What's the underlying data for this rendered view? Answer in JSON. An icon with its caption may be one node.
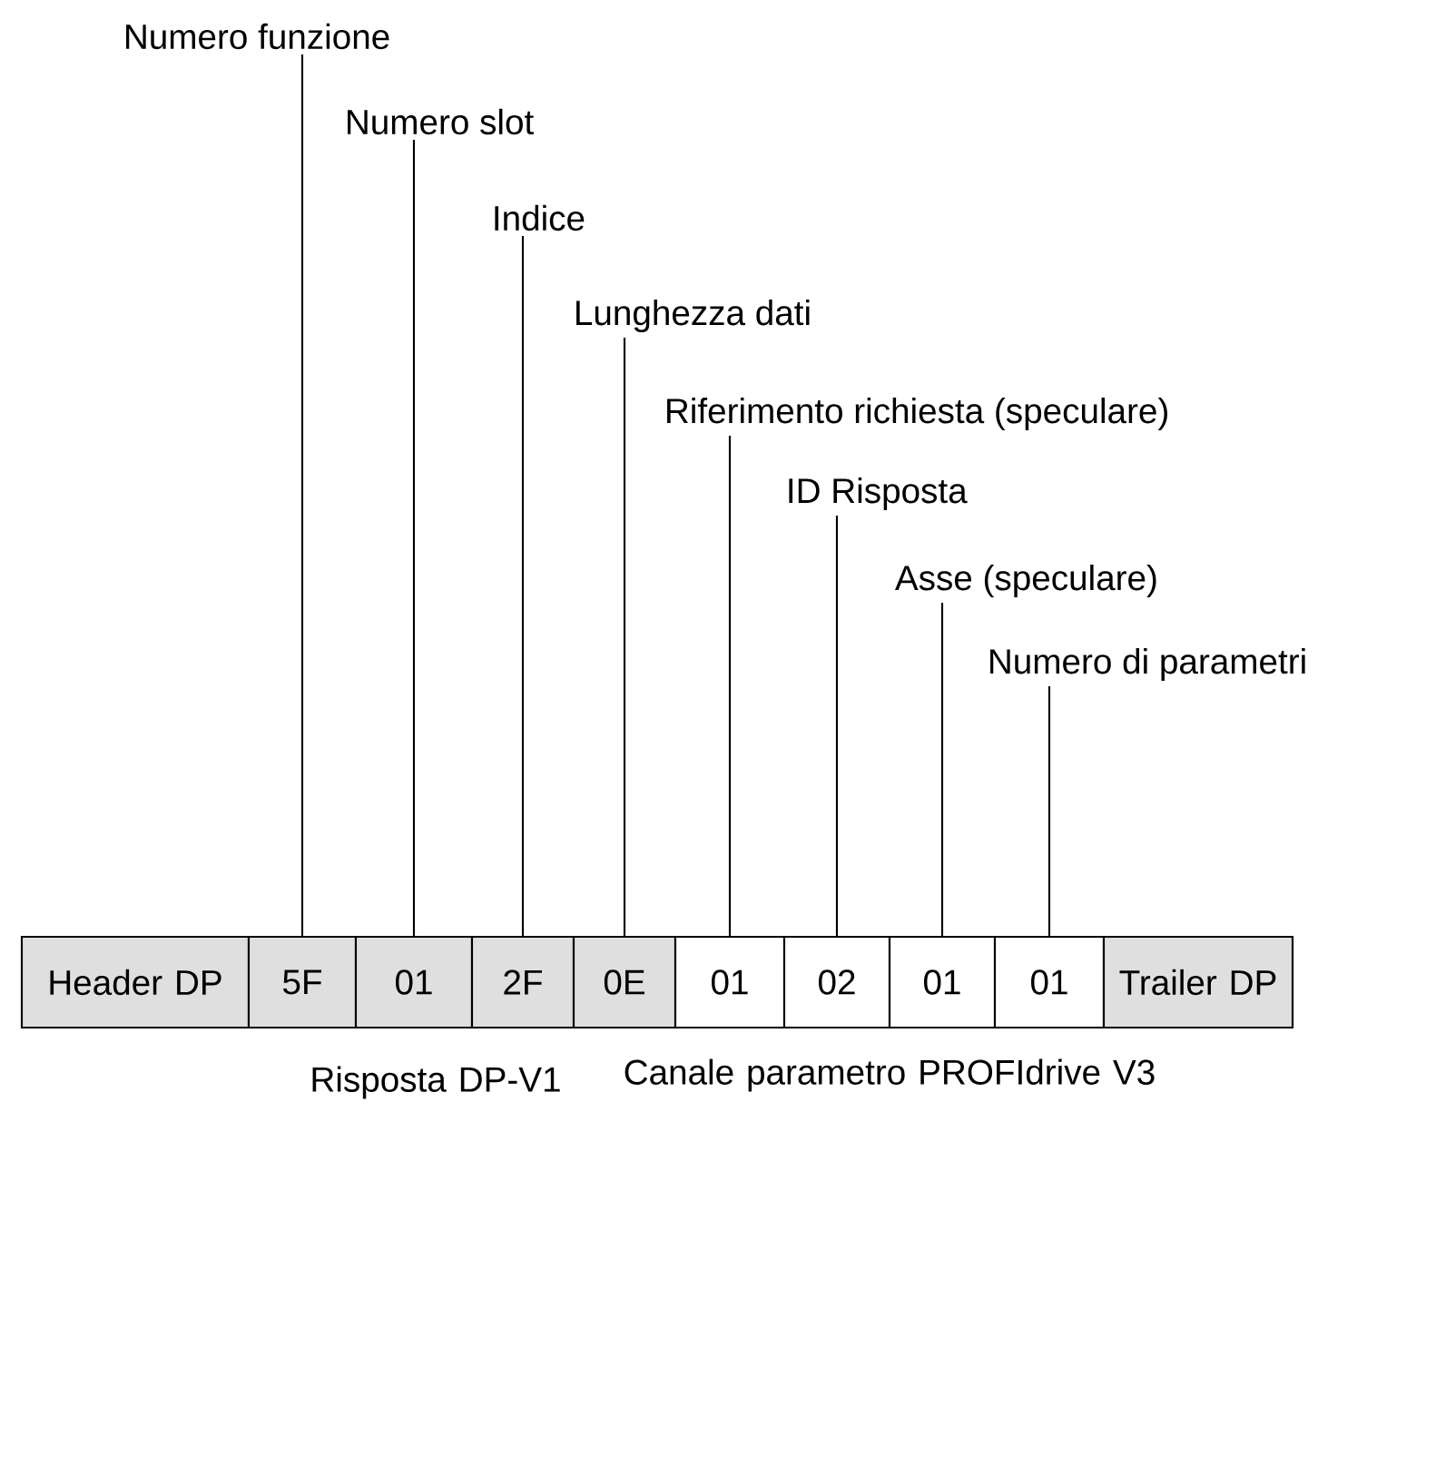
{
  "diagram": {
    "nodes": [
      {
        "text": [
          "Numero funzione"
        ]
      },
      {
        "text": [
          "Numero slot"
        ]
      },
      {
        "text": [
          "Indice"
        ]
      },
      {
        "text": [
          "Lunghezza dati"
        ]
      },
      {
        "text": [
          "Riferimento richiesta (speculare)"
        ]
      },
      {
        "text": [
          "ID Risposta"
        ]
      },
      {
        "text": [
          "Asse (speculare)"
        ]
      },
      {
        "text": [
          "Numero di parametri"
        ]
      },
      {
        "text": [
          "Header DP"
        ]
      },
      {
        "text": [
          "5F"
        ]
      },
      {
        "text": [
          "01"
        ]
      },
      {
        "text": [
          "2F"
        ]
      },
      {
        "text": [
          "0E"
        ]
      },
      {
        "text": [
          "01"
        ]
      },
      {
        "text": [
          "02"
        ]
      },
      {
        "text": [
          "01"
        ]
      },
      {
        "text": [
          "01"
        ]
      },
      {
        "text": [
          "Trailer DP"
        ]
      }
    ],
    "edges": [
      {
        "from": 0,
        "to": 9,
        "arrow": "none"
      },
      {
        "from": 1,
        "to": 10,
        "arrow": "none"
      },
      {
        "from": 2,
        "to": 11,
        "arrow": "none"
      },
      {
        "from": 3,
        "to": 12,
        "arrow": "none"
      },
      {
        "from": 4,
        "to": 13,
        "arrow": "none"
      },
      {
        "from": 5,
        "to": 14,
        "arrow": "none"
      },
      {
        "from": 6,
        "to": 15,
        "arrow": "none"
      },
      {
        "from": 7,
        "to": 16,
        "arrow": "none"
      }
    ],
    "labels": [
      "Risposta DP-V1",
      "Canale parametro PROFIdrive V3"
    ]
  }
}
